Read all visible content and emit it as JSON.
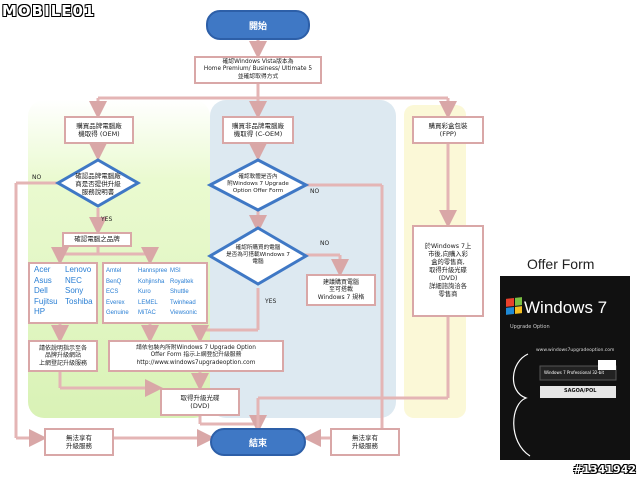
{
  "logo": "MOBILE01",
  "watermark": "#1341942",
  "nodes": {
    "start": "開始",
    "end": "結束",
    "confirm_version": "確認Windows Vista版本為\nHome Premium/ Business/ Ultimate 5\n並確認取得方式",
    "oem_buy": "購買品牌電腦廠\n機取得 (OEM)",
    "coem_buy": "購買非品牌電腦廠\n機取得 (C-OEM)",
    "fpp_buy": "購買彩盒包裝\n(FPP)",
    "oem_check": "確認品牌電腦廠\n商是否提供升級\n服務說明書",
    "coem_check": "確認軟體是否內\n附Windows 7 Upgrade\nOption Offer Form",
    "coem_check2": "確認所購買的電腦\n是否為可搭載Windows 7\n電腦",
    "confirm_brand": "確認電腦之品牌",
    "contact_brand": "請依說明指示至各\n品牌升級網站\n上網登記升級服務",
    "contact_coem": "請依包裝內所附Windows 7 Upgrade Option\nOffer Form 指示上網登記升級服務\nhttp://www.windows7upgradeoption.com",
    "suggest_coem": "建議購買電腦\n至可搭載\nWindows 7 規格",
    "fpp_desc": "於Windows 7上\n市後,向購入彩\n盒的零售商,\n取得升級光碟\n(DVD)\n詳細諮詢洽各\n零售商",
    "get_dvd": "取得升級光碟\n(DVD)",
    "no_service_left": "無法享有\n升級服務",
    "no_service_right": "無法享有\n升級服務"
  },
  "edge_labels": {
    "no_oem": "NO",
    "yes_oem": "YES",
    "no_coem": "NO",
    "no_coem2": "NO",
    "yes_coem2": "YES"
  },
  "brands_major": [
    [
      "Acer",
      "Lenovo"
    ],
    [
      "Asus",
      "NEC"
    ],
    [
      "Dell",
      "Sony"
    ],
    [
      "Fujitsu",
      "Toshiba"
    ],
    [
      "HP",
      ""
    ]
  ],
  "brands_minor": [
    [
      "Amtel",
      "Hannspree",
      "MSI"
    ],
    [
      "BenQ",
      "Kohjinsha",
      "Royaltek"
    ],
    [
      "ECS",
      "Kuro",
      "Shuttle"
    ],
    [
      "Everex",
      "LEMEL",
      "Twinhead"
    ],
    [
      "Genuine",
      "MiTAC",
      "Viewsonic"
    ]
  ],
  "offer_form": {
    "heading": "Offer Form",
    "brand": "Windows 7",
    "subtitle": "Upgrade Option",
    "url": "www.windows7upgradeoption.com",
    "edition": "Windows 7 Professional 32-bit",
    "sku": "SAGOA/POL"
  }
}
